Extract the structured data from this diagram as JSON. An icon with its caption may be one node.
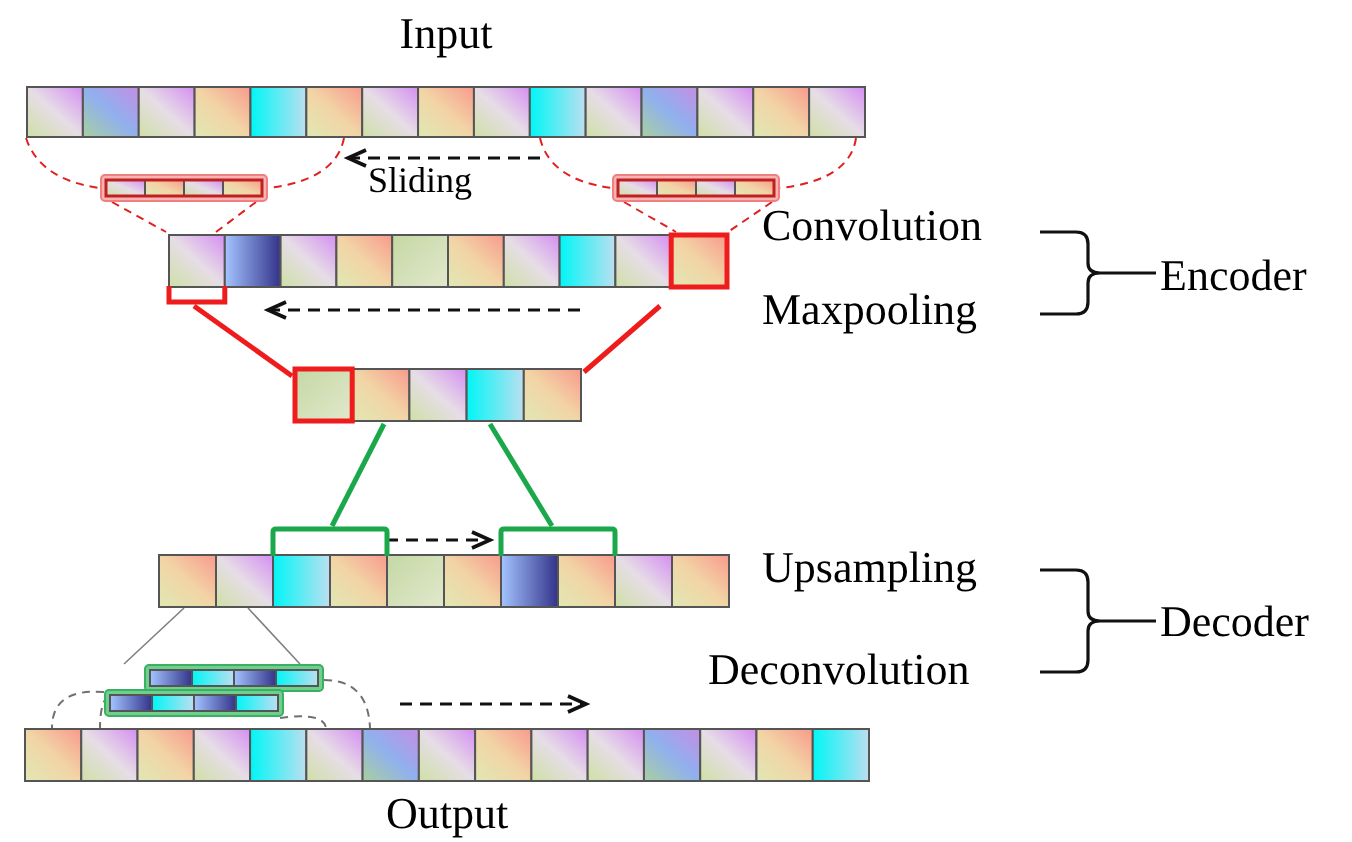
{
  "diagram": {
    "nodes": [
      {
        "text": [],
        "shape": "bar",
        "beside": [
          "Input"
        ]
      },
      {
        "text": [],
        "shape": "bar"
      },
      {
        "text": [],
        "shape": "bar"
      },
      {
        "text": [],
        "shape": "bar"
      },
      {
        "text": [],
        "shape": "bar"
      },
      {
        "text": [],
        "shape": "bar"
      },
      {
        "text": [],
        "shape": "bar"
      },
      {
        "text": [],
        "shape": "bar",
        "beside": [
          "Output"
        ]
      }
    ],
    "edges": [
      {
        "from": 0,
        "to": 1,
        "arrow": "none",
        "style": "dashed",
        "color": "#e02020"
      },
      {
        "from": 0,
        "to": 1,
        "arrow": "none",
        "style": "dashed",
        "color": "#e02020"
      },
      {
        "from": 0,
        "to": 2,
        "arrow": "none",
        "style": "dashed",
        "color": "#e02020"
      },
      {
        "from": 0,
        "to": 2,
        "arrow": "none",
        "style": "dashed",
        "color": "#e02020"
      },
      {
        "from": 1,
        "to": 3,
        "arrow": "none",
        "style": "dashed",
        "color": "#e02020"
      },
      {
        "from": 1,
        "to": 3,
        "arrow": "none",
        "style": "dashed",
        "color": "#e02020"
      },
      {
        "from": 2,
        "to": 3,
        "arrow": "none",
        "style": "dashed",
        "color": "#e02020"
      },
      {
        "from": 2,
        "to": 3,
        "arrow": "none",
        "style": "dashed",
        "color": "#e02020"
      },
      {
        "from": 3,
        "to": 4,
        "arrow": "none",
        "style": "thick",
        "color": "#ee1c1c"
      },
      {
        "from": 3,
        "to": 4,
        "arrow": "none",
        "style": "thick",
        "color": "#ee1c1c"
      },
      {
        "from": 4,
        "to": 5,
        "arrow": "none",
        "style": "thick",
        "color": "#1aa84a"
      },
      {
        "from": 4,
        "to": 5,
        "arrow": "none",
        "style": "thick",
        "color": "#1aa84a"
      },
      {
        "from": 5,
        "to": 6,
        "arrow": "none",
        "color": "#808080"
      },
      {
        "from": 5,
        "to": 6,
        "arrow": "none",
        "color": "#808080"
      },
      {
        "from": 6,
        "to": 7,
        "arrow": "none",
        "style": "dashed",
        "color": "#707070"
      },
      {
        "from": 6,
        "to": 7,
        "arrow": "none",
        "style": "dashed",
        "color": "#707070"
      },
      {
        "from": 6,
        "to": 7,
        "arrow": "none",
        "style": "dashed",
        "color": "#707070"
      },
      {
        "from": 6,
        "to": 7,
        "arrow": "none",
        "style": "dashed",
        "color": "#707070"
      }
    ],
    "labels": [
      "Sliding",
      "Convolution",
      "Maxpooling",
      "Encoder",
      "Upsampling",
      "Deconvolution",
      "Decoder"
    ]
  }
}
